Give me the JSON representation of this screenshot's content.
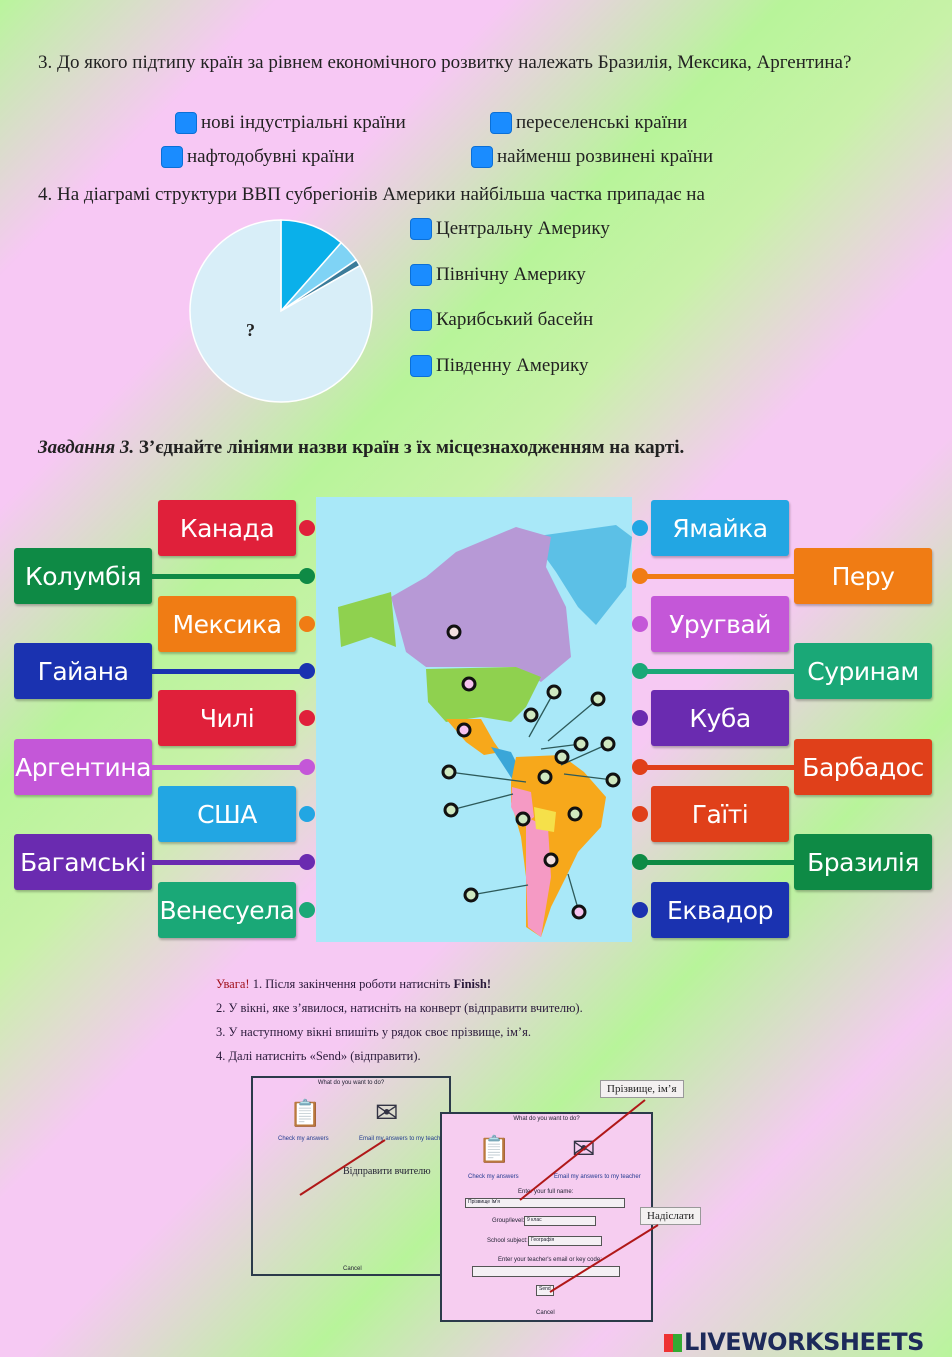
{
  "q3": {
    "text": "3. До якого підтипу країн за рівнем економічного розвитку належать Бразилія, Мексика, Аргентина?",
    "options": [
      "нові індустріальні країни",
      "переселенські країни",
      "нафтодобувні країни",
      "найменш розвинені країни"
    ]
  },
  "q4": {
    "text": "4. На діаграмі структури ВВП субрегіонів Америки найбільша частка припадає на",
    "options": [
      "Центральну Америку",
      "Північну Америку",
      "Карибський басейн",
      "Південну Америку"
    ]
  },
  "chart_data": {
    "type": "pie",
    "title": "",
    "slice_labels": [
      "?"
    ],
    "values": [
      0.115,
      0.04,
      0.012,
      0.833
    ],
    "colors": [
      "#0ab0ea",
      "#7fd3f5",
      "#3b7c9a",
      "#d8eef8"
    ]
  },
  "task3": {
    "prefix": "Завдання 3.",
    "text": " З’єднайте лініями назви країн з їх місцезнаходженням  на карті."
  },
  "left_labels": [
    {
      "label": "Канада",
      "color": "#e0203a"
    },
    {
      "label": "Колумбія",
      "color": "#0e8a45"
    },
    {
      "label": "Мексика",
      "color": "#f07c14"
    },
    {
      "label": "Гайана",
      "color": "#1a32b0"
    },
    {
      "label": "Чилі",
      "color": "#e0203a"
    },
    {
      "label": "Аргентина",
      "color": "#c457d8"
    },
    {
      "label": "США",
      "color": "#22a6e3"
    },
    {
      "label": "Багамські",
      "color": "#6a2bb0"
    },
    {
      "label": "Венесуела",
      "color": "#1aa877"
    }
  ],
  "right_labels": [
    {
      "label": "Ямайка",
      "color": "#22a6e3"
    },
    {
      "label": "Перу",
      "color": "#f07c14"
    },
    {
      "label": "Уругвай",
      "color": "#c457d8"
    },
    {
      "label": "Суринам",
      "color": "#1aa877"
    },
    {
      "label": "Куба",
      "color": "#6a2bb0"
    },
    {
      "label": "Барбадос",
      "color": "#e0401a"
    },
    {
      "label": "Гаїті",
      "color": "#e0401a"
    },
    {
      "label": "Бразилія",
      "color": "#0e8a45"
    },
    {
      "label": "Еквадор",
      "color": "#1a32b0"
    }
  ],
  "instructions": {
    "warn": "Увага!",
    "l1": " 1. Після закінчення роботи натисніть ",
    "finish": "Finish!",
    "l2": "2. У вікні, яке з’явилося, натисніть на конверт (відправити вчителю).",
    "l3": "3. У наступному вікні впишіть у рядок своє прізвище, ім’я.",
    "l4": "4. Далі натисніть «Send» (відправити)."
  },
  "dialog": {
    "title": "What do you want to do?",
    "check": "Check my answers",
    "email": "Email my answers to my teacher",
    "cancel": "Cancel",
    "name_label": "Enter your full name:",
    "name_value": "Прізвище Ім'я",
    "group_label": "Group/level:",
    "group_value": "9 клас",
    "subject_label": "School subject:",
    "subject_value": "Географія",
    "teacher_label": "Enter your teacher's email or key code:",
    "send": "Send"
  },
  "notes": {
    "send_teacher": "Відправити вчителю",
    "name": "Прізвище, ім’я",
    "send": "Надіслати"
  },
  "logo": "LIVEWORKSHEETS"
}
